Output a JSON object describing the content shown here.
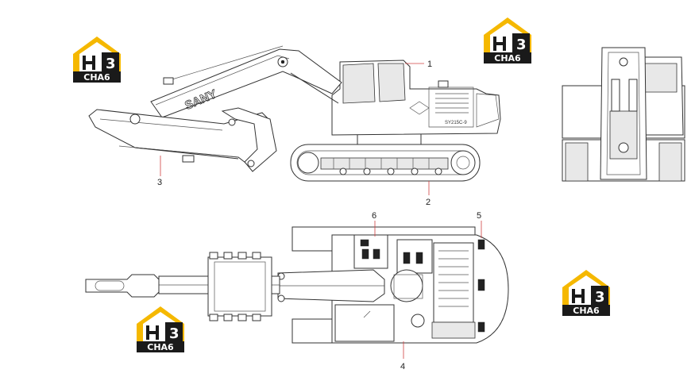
{
  "watermark": {
    "letter": "H",
    "digit": "3",
    "word": "CHA6",
    "colors": {
      "roof": "#f5b800",
      "dark": "#1a1a1a",
      "white": "#ffffff"
    }
  },
  "callouts": [
    {
      "id": "1",
      "label": "1"
    },
    {
      "id": "2",
      "label": "2"
    },
    {
      "id": "3",
      "label": "3"
    },
    {
      "id": "4",
      "label": "4"
    },
    {
      "id": "5",
      "label": "5"
    },
    {
      "id": "6",
      "label": "6"
    }
  ],
  "labels": {
    "boom_brand": "SANY",
    "model_plate": "SY215C-9"
  },
  "colors": {
    "line": "#333333",
    "callout_line": "#d04040"
  }
}
